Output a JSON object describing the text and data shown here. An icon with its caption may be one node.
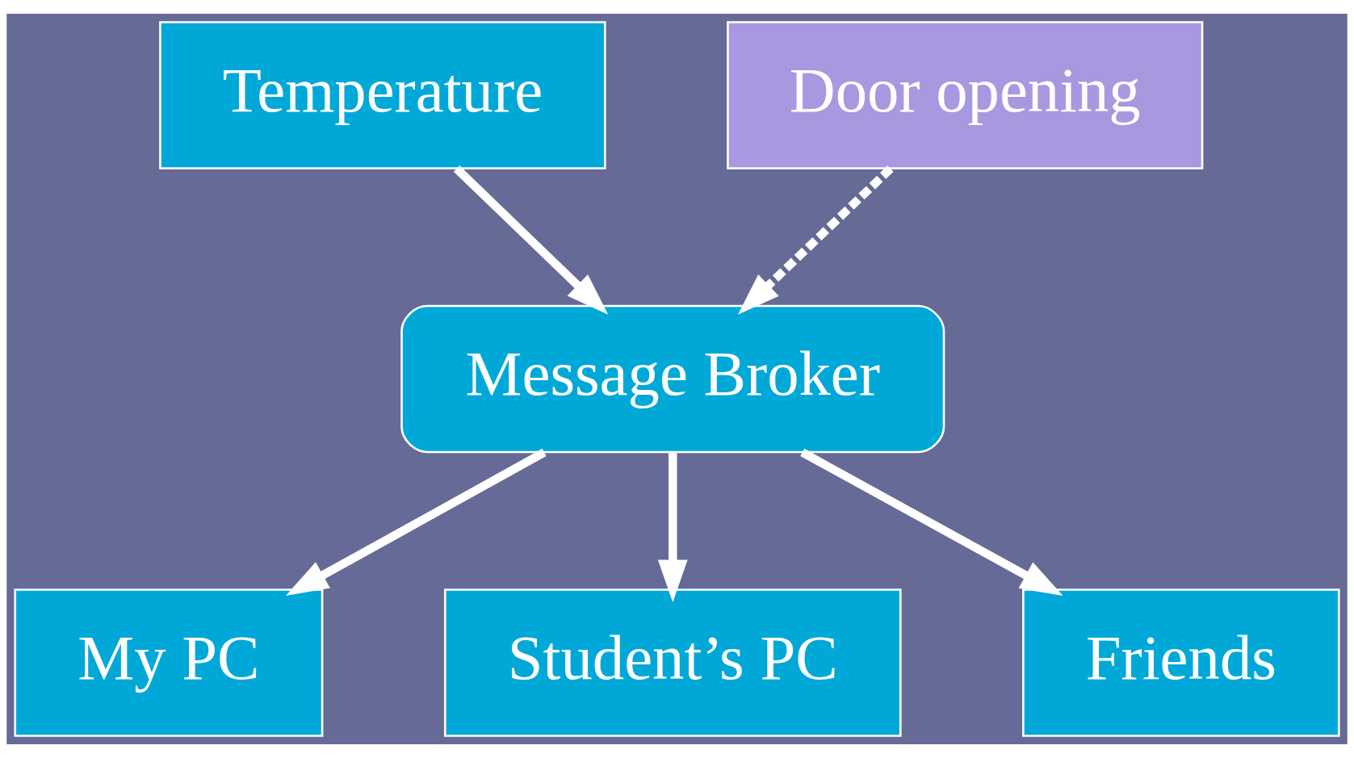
{
  "diagram": {
    "nodes": [
      {
        "text": [
          "Temperature"
        ]
      },
      {
        "text": [
          "Door opening"
        ]
      },
      {
        "text": [
          "Message Broker"
        ]
      },
      {
        "text": [
          "My PC"
        ]
      },
      {
        "text": [
          "Student’s PC"
        ]
      },
      {
        "text": [
          "Friends"
        ]
      }
    ],
    "edges": [
      {
        "from": 0,
        "to": 2,
        "arrow": "to"
      },
      {
        "from": 1,
        "to": 2,
        "arrow": "to",
        "style": "dashed"
      },
      {
        "from": 2,
        "to": 3,
        "arrow": "to"
      },
      {
        "from": 2,
        "to": 4,
        "arrow": "to"
      },
      {
        "from": 2,
        "to": 5,
        "arrow": "to"
      }
    ]
  }
}
